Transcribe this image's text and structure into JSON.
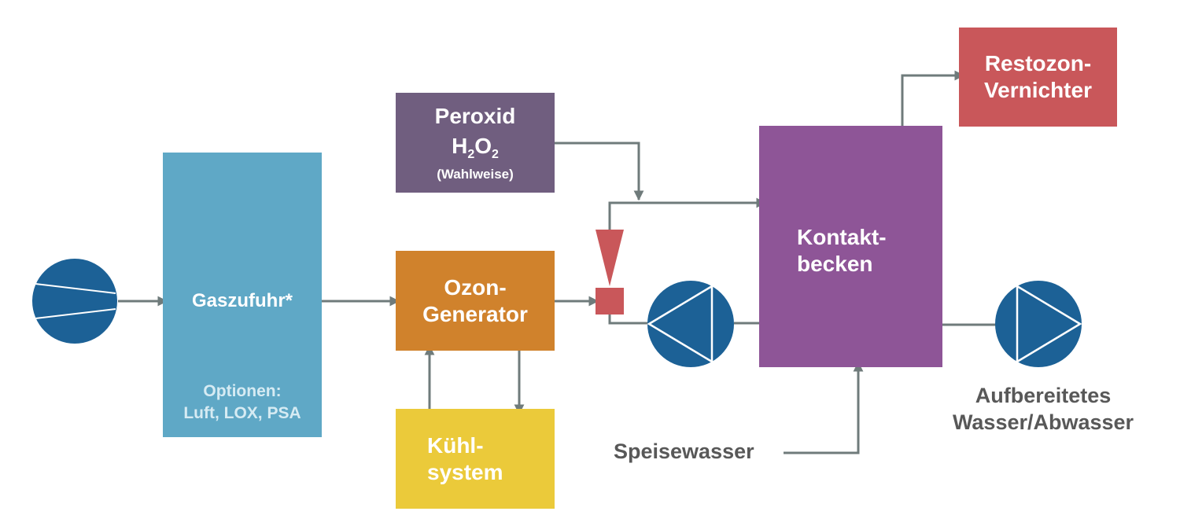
{
  "colors": {
    "gas": "#5fa8c6",
    "gas_options_text": "#d6ebf3",
    "ozone": "#d0822c",
    "cooling": "#ebca3a",
    "peroxide": "#705e7f",
    "contact": "#8e5597",
    "destruct": "#c9575a",
    "injector": "#c9575a",
    "pump": "#1c6196",
    "line": "#6f7b7b",
    "label_text": "#585858"
  },
  "gas_supply": {
    "title": "Gaszufuhr*",
    "options_label": "Optionen:",
    "options": "Luft, LOX, PSA"
  },
  "ozone_generator": {
    "line1": "Ozon-",
    "line2": "Generator"
  },
  "cooling_system": {
    "line1": "Kühl-",
    "line2": "system"
  },
  "peroxide": {
    "line1": "Peroxid",
    "formula_h": "H",
    "sub1": "2",
    "formula_o": "O",
    "sub2": "2",
    "note": "(Wahlweise)"
  },
  "contact_tank": {
    "line1": "Kontakt-",
    "line2": "becken"
  },
  "ozone_destruct": {
    "line1": "Restozon-",
    "line2": "Vernichter"
  },
  "feed_water": {
    "label": "Speisewasser"
  },
  "treated_water": {
    "line1": "Aufbereitetes",
    "line2": "Wasser/Abwasser"
  },
  "icons": {
    "compressor": "compressor-icon",
    "booster_pump": "pump-icon",
    "outlet_pump": "pump-icon",
    "injector": "venturi-injector-icon"
  }
}
